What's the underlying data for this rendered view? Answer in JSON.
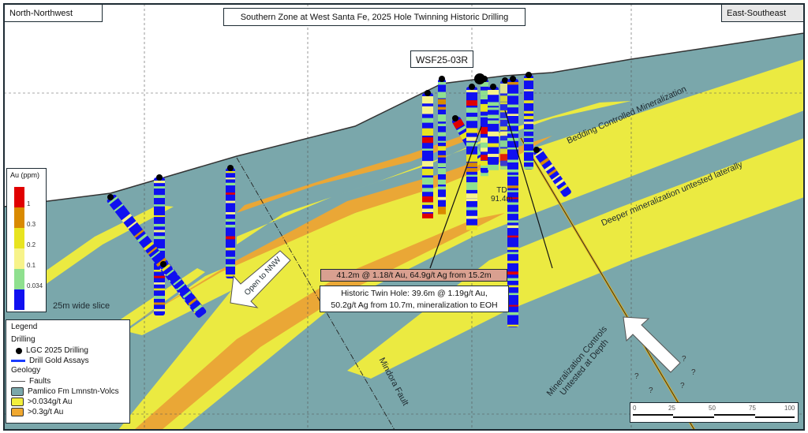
{
  "title": "Southern Zone at West Santa Fe, 2025 Hole Twinning Historic Drilling",
  "orientation": {
    "left": "North-Northwest",
    "right": "East-Southeast"
  },
  "hole_label": "WSF25-03R",
  "td_label": {
    "line1": "TD",
    "line2": "91.4m"
  },
  "annotations": {
    "bedding": "Bedding Controlled Mineralization",
    "deeper": "Deeper mineralization untested laterally",
    "open_nnw": "Open to NNW",
    "fault": "Mindora Fault",
    "controls_line1": "Mineralization Controls",
    "controls_line2": "Untested at Depth",
    "slice": "25m wide slice",
    "question": "?"
  },
  "intercepts": {
    "new": "41.2m @ 1.18/t Au, 64.9g/t Ag from 15.2m",
    "historic_line1": "Historic Twin Hole: 39.6m @ 1.19g/t Au,",
    "historic_line2": "50.2g/t Ag from 10.7m, mineralization to EOH"
  },
  "color_scale": {
    "title": "Au (ppm)",
    "ticks": [
      "1",
      "0.3",
      "0.2",
      "0.1",
      "0.034"
    ],
    "colors": [
      "#e00000",
      "#d98a00",
      "#e8e420",
      "#f7f38a",
      "#8fe08f",
      "#1010f0"
    ]
  },
  "legend": {
    "title": "Legend",
    "drilling_header": "Drilling",
    "drilling": [
      "LGC 2025 Drilling",
      "Drill Gold Assays"
    ],
    "geology_header": "Geology",
    "geology": [
      "Faults",
      "Pamlico Fm Lmnstn-Volcs",
      ">0.034g/t Au",
      ">0.3g/t Au"
    ],
    "colors": {
      "host": "#7aa7ab",
      "low": "#f2ee3c",
      "high": "#f0a830",
      "assay": "#1a3cff"
    }
  },
  "scale_bar": {
    "ticks": [
      "0",
      "25",
      "50",
      "75",
      "100"
    ]
  }
}
